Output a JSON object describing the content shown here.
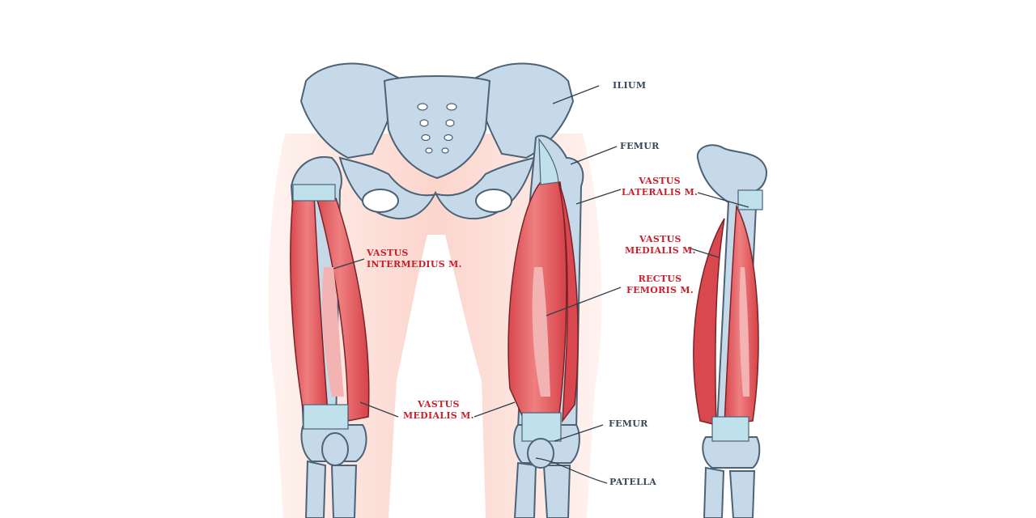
{
  "colors": {
    "bone_fill": "#c5d9e8",
    "bone_stroke": "#4b6277",
    "muscle_fill": "#e05a5e",
    "muscle_highlight": "#f4b3b3",
    "tendon_fill": "#bfe1ec",
    "skin_fill": "#fde2dc",
    "bone_label": "#36485a",
    "muscle_label": "#c8202c"
  },
  "labels": {
    "ilium": "ILIUM",
    "femur_top": "FEMUR",
    "vastus_lateralis": {
      "line1": "VASTUS",
      "line2": "LATERALIS M."
    },
    "vastus_medialis_right": {
      "line1": "VASTUS",
      "line2": "MEDIALIS M."
    },
    "rectus_femoris": {
      "line1": "RECTUS",
      "line2": "FEMORIS M."
    },
    "vastus_intermedius": {
      "line1": "VASTUS",
      "line2": "INTERMEDIUS M."
    },
    "vastus_medialis_left": {
      "line1": "VASTUS",
      "line2": "MEDIALIS M."
    },
    "femur_bottom": "FEMUR",
    "patella": "PATELLA"
  }
}
